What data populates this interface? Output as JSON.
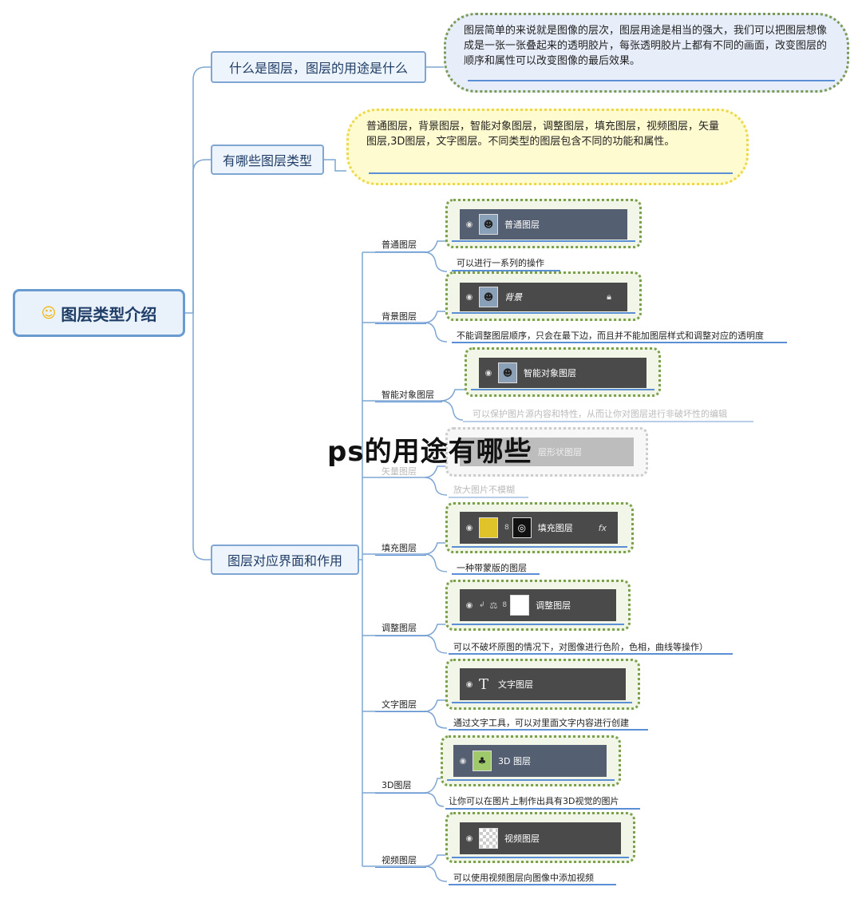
{
  "root": {
    "label": "图层类型介绍",
    "icon": "smiley-icon"
  },
  "topics": [
    {
      "label": "什么是图层，图层的用途是什么"
    },
    {
      "label": "有哪些图层类型"
    },
    {
      "label": "图层对应界面和作用"
    }
  ],
  "callouts": [
    {
      "text": "图层简单的来说就是图像的层次，图层用途是相当的强大，我们可以把图层想像成是一张一张叠起来的透明胶片，每张透明胶片上都有不同的画面，改变图层的顺序和属性可以改变图像的最后效果。"
    },
    {
      "text": "普通图层，背景图层，智能对象图层，调整图层，填充图层，视频图层，矢量图层,3D图层，文字图层。不同类型的图层包含不同的功能和属性。"
    }
  ],
  "layers": [
    {
      "name": "普通图层",
      "panel_label": "普通图层",
      "note": "可以进行一系列的操作"
    },
    {
      "name": "背景图层",
      "panel_label": "背景",
      "note": "不能调整图层顺序，只会在最下边，而且并不能加图层样式和调整对应的透明度"
    },
    {
      "name": "智能对象图层",
      "panel_label": "智能对象图层",
      "note": "可以保护图片源内容和特性，从而让你对图层进行非破坏性的编辑"
    },
    {
      "name": "矢量图层",
      "panel_label": "层形状图层",
      "note": "放大图片不模糊"
    },
    {
      "name": "填充图层",
      "panel_label": "填充图层",
      "note": "一种带蒙版的图层"
    },
    {
      "name": "调整图层",
      "panel_label": "调整图层",
      "note": "可以不破坏原图的情况下，对图像进行色阶，色相，曲线等操作）"
    },
    {
      "name": "文字图层",
      "panel_label": "文字图层",
      "note": "通过文字工具，可以对里面文字内容进行创建"
    },
    {
      "name": "3D图层",
      "panel_label": "3D 图层",
      "note": "让你可以在图片上制作出具有3D视觉的图片"
    },
    {
      "name": "视频图层",
      "panel_label": "视频图层",
      "note": "可以使用视频图层向图像中添加视频"
    }
  ],
  "panel_glyphs": {
    "text_layer": "T",
    "fx": "fx"
  },
  "watermark": "ps的用途有哪些",
  "colors": {
    "topic_border": "#7fa6d3",
    "root_border": "#6a9bd0",
    "callout1_bg": "#e7eef9",
    "callout2_bg": "#fffbd0",
    "frame_border": "#7aa04a",
    "underline": "#5a8fd6"
  }
}
